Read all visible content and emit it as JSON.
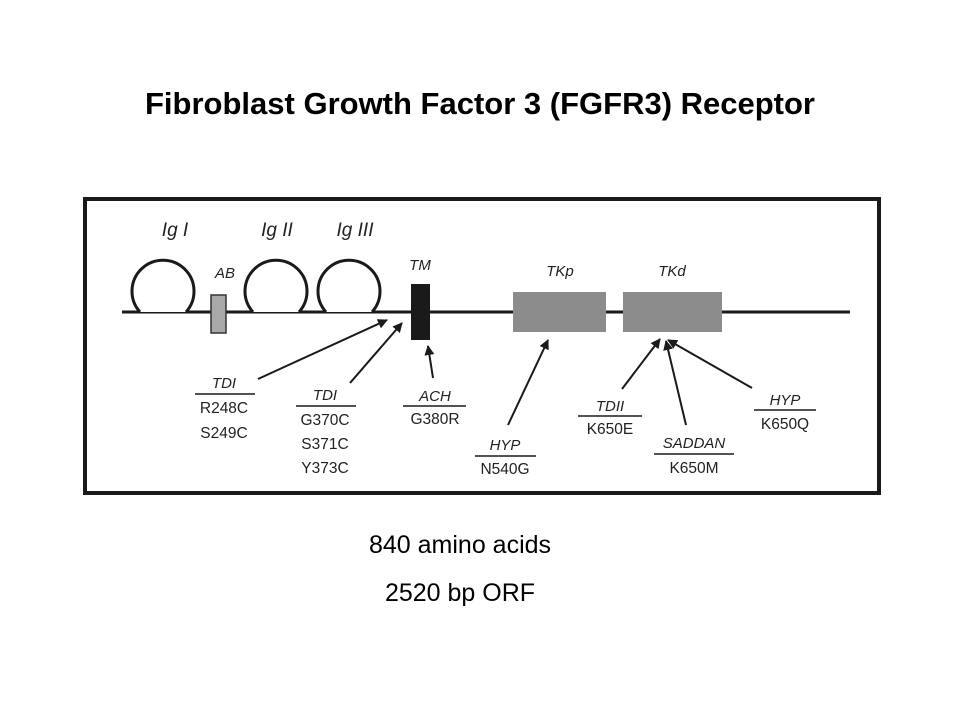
{
  "title": "Fibroblast Growth Factor 3 (FGFR3) Receptor",
  "domains": {
    "ig1": "Ig I",
    "ig2": "Ig II",
    "ig3": "Ig III",
    "ab": "AB",
    "tm": "TM",
    "tkp": "TKp",
    "tkd": "TKd"
  },
  "mutations": [
    {
      "syndrome": "TDI",
      "variants": [
        "R248C",
        "S249C"
      ]
    },
    {
      "syndrome": "TDI",
      "variants": [
        "G370C",
        "S371C",
        "Y373C"
      ]
    },
    {
      "syndrome": "ACH",
      "variants": [
        "G380R"
      ]
    },
    {
      "syndrome": "HYP",
      "variants": [
        "N540G"
      ]
    },
    {
      "syndrome": "TDII",
      "variants": [
        "K650E"
      ]
    },
    {
      "syndrome": "SADDAN",
      "variants": [
        "K650M"
      ]
    },
    {
      "syndrome": "HYP",
      "variants": [
        "K650Q"
      ]
    }
  ],
  "info": {
    "length": "840 amino acids",
    "orf": "2520 bp ORF"
  },
  "colors": {
    "domain_fill": "#8c8c8c",
    "tm_fill": "#1a1a1a",
    "ab_fill": "#a8a8a8",
    "line": "#1a1a1a"
  }
}
